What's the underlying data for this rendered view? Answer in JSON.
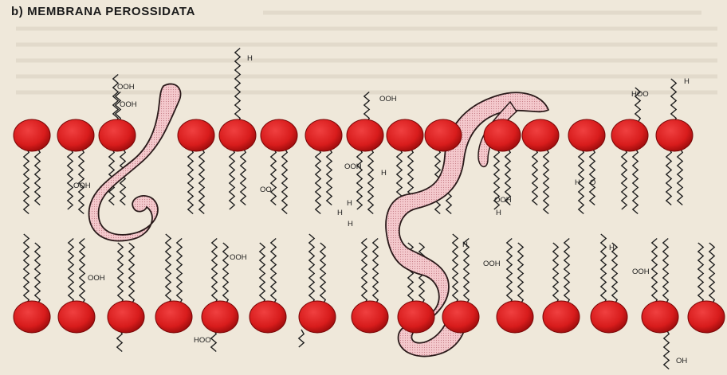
{
  "title": "b) MEMBRANA PEROSSIDATA",
  "labels": {
    "ooh": "OOH",
    "hoo": "HOO",
    "oh": "OH",
    "h": "H",
    "o": "O",
    "oo": "OO"
  },
  "colors": {
    "headgroup": "#d81c1c",
    "headgroup_shadow": "#7a0707",
    "protein": "#f2c3c8",
    "protein_outline": "#2a1a1a",
    "background": "#efe8da",
    "tail_line": "#1e1e1e"
  }
}
